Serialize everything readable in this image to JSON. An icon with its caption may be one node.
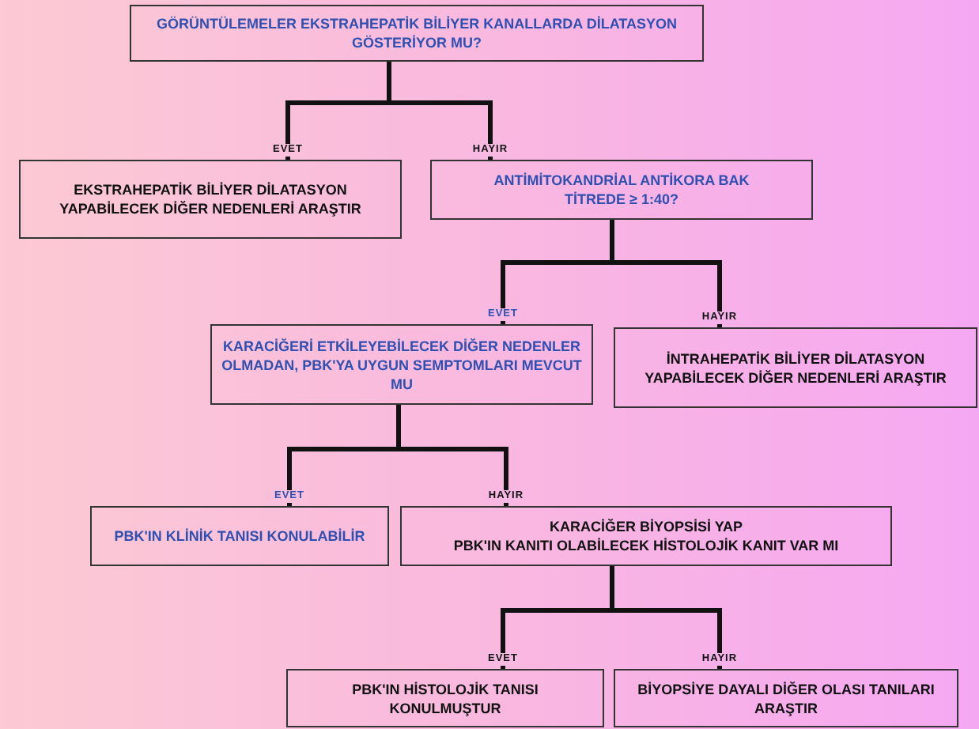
{
  "diagram": {
    "nodes": [
      {
        "text": [
          "GÖRÜNTÜLEMELER EKSTRAHEPATİK BİLİYER KANALLARDA DİLATASYON GÖSTERİYOR MU?"
        ]
      },
      {
        "text": [
          "EKSTRAHEPATİK BİLİYER DİLATASYON YAPABİLECEK DİĞER NEDENLERİ ARAŞTIR"
        ]
      },
      {
        "text": [
          "ANTİMİTOKANDRİAL ANTİKORA BAK",
          "TİTREDE ≥ 1:40?"
        ]
      },
      {
        "text": [
          "KARACİĞERİ ETKİLEYEBİLECEK DİĞER NEDENLER OLMADAN, PBK'YA UYGUN SEMPTOMLARI MEVCUT MU"
        ]
      },
      {
        "text": [
          "İNTRAHEPATİK BİLİYER DİLATASYON YAPABİLECEK DİĞER NEDENLERİ ARAŞTIR"
        ]
      },
      {
        "text": [
          "PBK'IN KLİNİK TANISI KONULABİLİR"
        ]
      },
      {
        "text": [
          "KARACİĞER BİYOPSİSİ YAP",
          "PBK'IN KANITI OLABİLECEK HİSTOLOJİK KANIT VAR MI"
        ]
      },
      {
        "text": [
          "PBK'IN HİSTOLOJİK TANISI KONULMUŞTUR"
        ]
      },
      {
        "text": [
          "BİYOPSİYE DAYALI DİĞER OLASI TANILARI ARAŞTIR"
        ]
      }
    ],
    "edges": [
      {
        "from": 0,
        "to": 1,
        "arrow": "none",
        "label": "EVET"
      },
      {
        "from": 0,
        "to": 2,
        "arrow": "none",
        "label": "HAYIR"
      },
      {
        "from": 2,
        "to": 3,
        "arrow": "none",
        "label": "EVET"
      },
      {
        "from": 2,
        "to": 4,
        "arrow": "none",
        "label": "HAYIR"
      },
      {
        "from": 3,
        "to": 5,
        "arrow": "none",
        "label": "EVET"
      },
      {
        "from": 3,
        "to": 6,
        "arrow": "none",
        "label": "HAYIR"
      },
      {
        "from": 6,
        "to": 7,
        "arrow": "none",
        "label": "EVET"
      },
      {
        "from": 6,
        "to": 8,
        "arrow": "none",
        "label": "HAYIR"
      }
    ]
  }
}
